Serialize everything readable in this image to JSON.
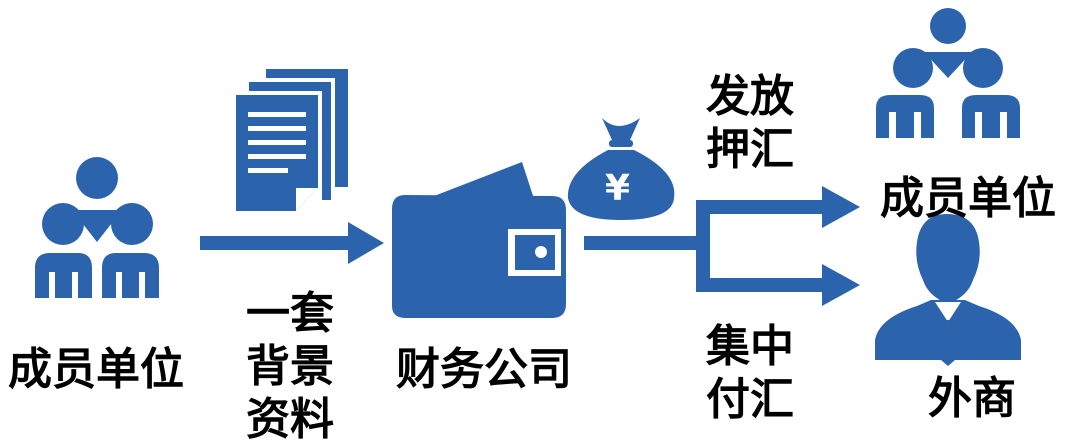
{
  "colors": {
    "primary": "#2b63ad",
    "text": "#000000",
    "background": "#ffffff"
  },
  "nodes": {
    "source_member": {
      "label": "成员单位",
      "icon": "group-people-icon"
    },
    "finance_company": {
      "label": "财务公司",
      "icon": "wallet-icon"
    },
    "target_member": {
      "label": "成员单位",
      "icon": "group-people-icon"
    },
    "foreign_vendor": {
      "label": "外商",
      "icon": "businessman-icon"
    }
  },
  "documents": {
    "icon": "documents-icon",
    "label_lines": [
      "一套",
      "背景",
      "资料"
    ]
  },
  "money": {
    "icon": "money-bag-icon",
    "symbol": "¥"
  },
  "branches": {
    "upper": {
      "label_lines": [
        "发放",
        "押汇"
      ]
    },
    "lower": {
      "label_lines": [
        "集中",
        "付汇"
      ]
    }
  }
}
